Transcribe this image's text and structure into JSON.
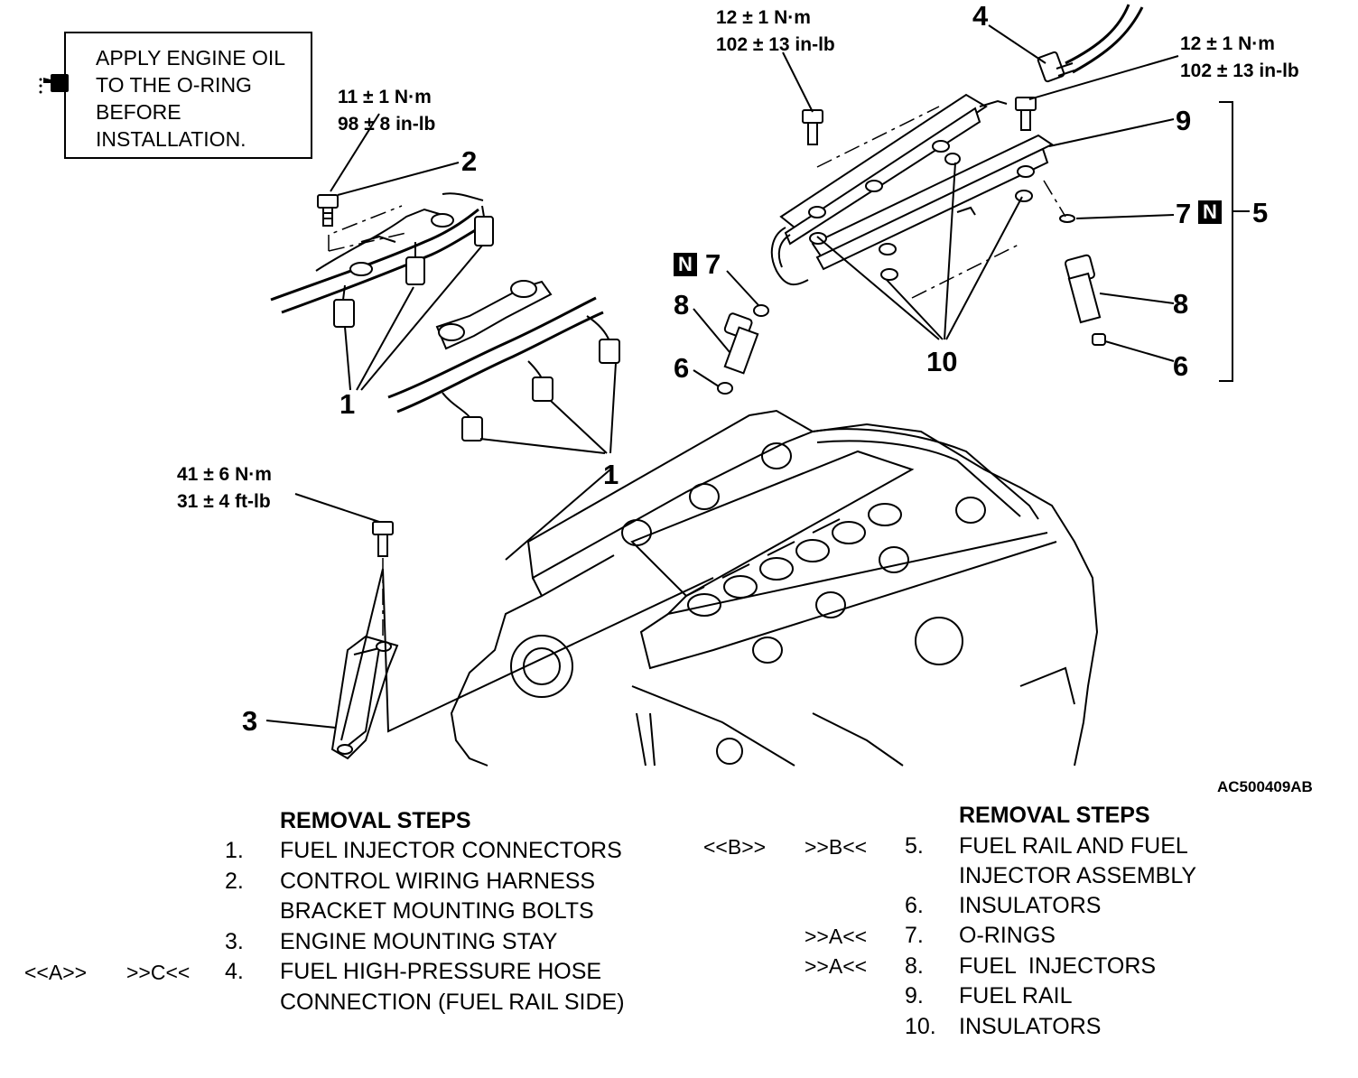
{
  "note": {
    "icon": "oil-can-icon",
    "lines": [
      "APPLY ENGINE OIL",
      "TO THE O-RING",
      "BEFORE",
      "INSTALLATION."
    ]
  },
  "torques": {
    "t2": [
      "11 ± 1 N·m",
      "98 ± 8 in-lb"
    ],
    "t9_left": [
      "12 ± 1 N·m",
      "102 ± 13 in-lb"
    ],
    "t9_right": [
      "12 ± 1 N·m",
      "102 ± 13 in-lb"
    ],
    "t3": [
      "41 ± 6 N·m",
      "31 ± 4 ft-lb"
    ]
  },
  "callouts": {
    "c1a": "1",
    "c1b": "1",
    "c2": "2",
    "c3": "3",
    "c4": "4",
    "c5": "5",
    "c6a": "6",
    "c6b": "6",
    "c7a": "7",
    "c7b": "7",
    "c8a": "8",
    "c8b": "8",
    "c9": "9",
    "c10": "10"
  },
  "n_badge": "N",
  "figure_id": "AC500409AB",
  "removal_left": {
    "heading": "REMOVAL STEPS",
    "steps": [
      {
        "num": "1.",
        "text": "FUEL INJECTOR CONNECTORS",
        "ref1": "",
        "ref2": ""
      },
      {
        "num": "2.",
        "text": "CONTROL WIRING HARNESS",
        "ref1": "",
        "ref2": ""
      },
      {
        "num": "",
        "text": "BRACKET MOUNTING BOLTS",
        "ref1": "",
        "ref2": ""
      },
      {
        "num": "3.",
        "text": "ENGINE MOUNTING STAY",
        "ref1": "",
        "ref2": ""
      },
      {
        "num": "4.",
        "text": "FUEL HIGH-PRESSURE HOSE",
        "ref1": "<<A>>",
        "ref2": ">>C<<"
      },
      {
        "num": "",
        "text": "CONNECTION (FUEL RAIL SIDE)",
        "ref1": "",
        "ref2": ""
      }
    ]
  },
  "removal_right": {
    "heading": "REMOVAL STEPS",
    "steps": [
      {
        "num": "5.",
        "text": "FUEL RAIL AND FUEL",
        "ref1": "<<B>>",
        "ref2": ">>B<<"
      },
      {
        "num": "",
        "text": "INJECTOR ASSEMBLY",
        "ref1": "",
        "ref2": ""
      },
      {
        "num": "6.",
        "text": "INSULATORS",
        "ref1": "",
        "ref2": ""
      },
      {
        "num": "7.",
        "text": "O-RINGS",
        "ref1": "",
        "ref2": ">>A<<"
      },
      {
        "num": "8.",
        "text": "FUEL  INJECTORS",
        "ref1": "",
        "ref2": ">>A<<"
      },
      {
        "num": "9.",
        "text": "FUEL RAIL",
        "ref1": "",
        "ref2": ""
      },
      {
        "num": "10.",
        "text": "INSULATORS",
        "ref1": "",
        "ref2": ""
      }
    ]
  }
}
